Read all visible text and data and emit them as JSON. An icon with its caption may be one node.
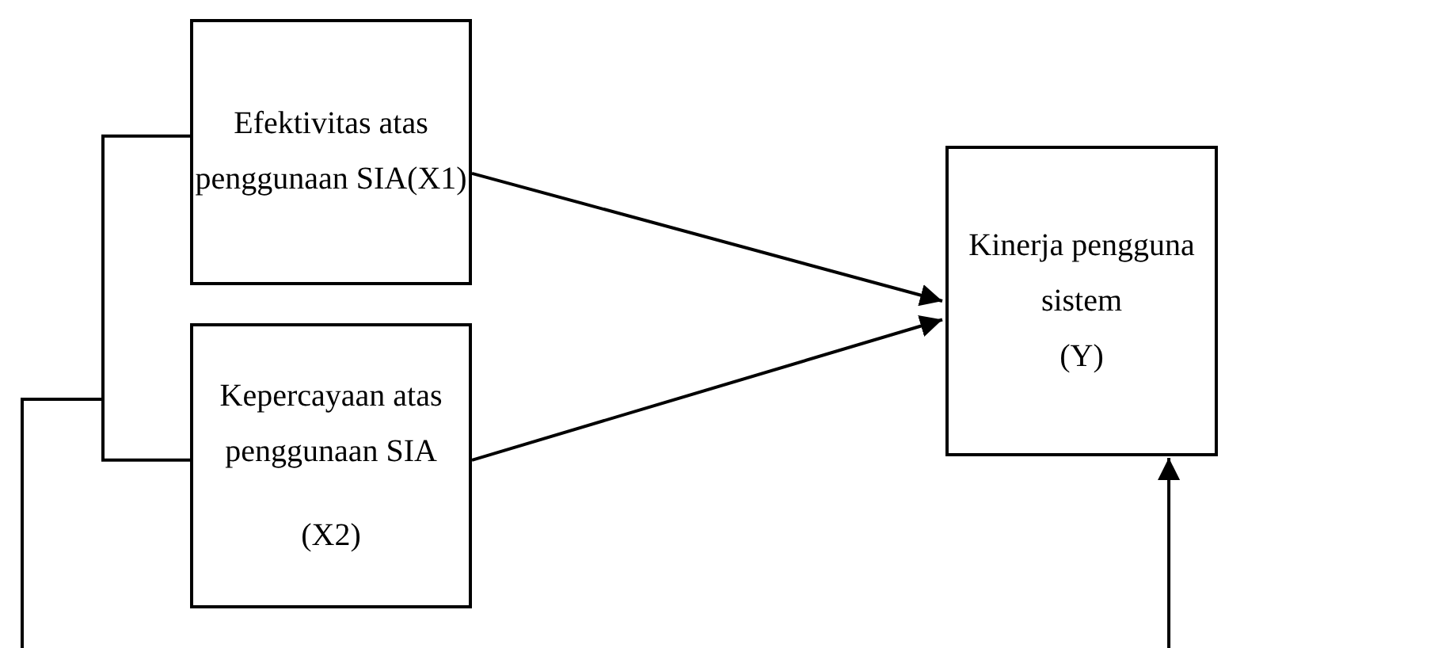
{
  "diagram": {
    "nodes": [
      {
        "text": [
          "Efektivitas atas penggunaan SIA(X1)"
        ]
      },
      {
        "text": [
          "Kepercayaan atas penggunaan SIA",
          "(X2)"
        ]
      },
      {
        "text": [
          "Kinerja pengguna sistem",
          "(Y)"
        ]
      }
    ],
    "edges": [
      {
        "from": 0,
        "to": 2,
        "arrow": "to"
      },
      {
        "from": 1,
        "to": 2,
        "arrow": "to"
      },
      {
        "from": null,
        "to": 0,
        "arrow": "none"
      },
      {
        "from": null,
        "to": 1,
        "arrow": "none"
      },
      {
        "from": null,
        "to": 2,
        "arrow": "to"
      }
    ]
  }
}
